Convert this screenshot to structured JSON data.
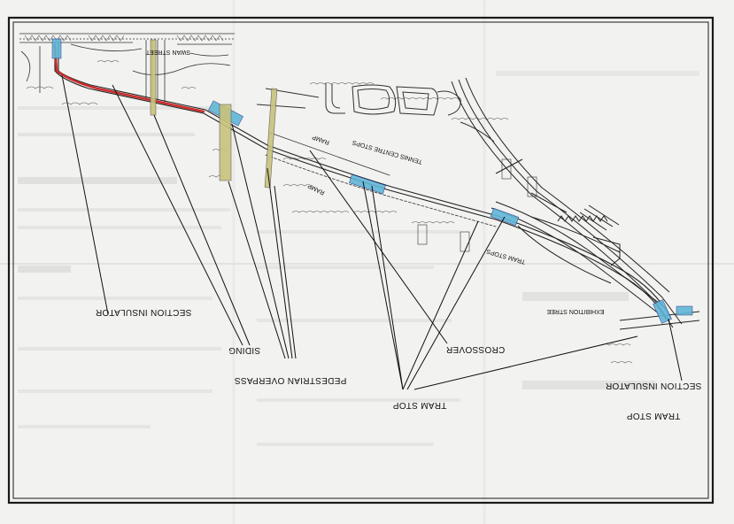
{
  "map": {
    "labels": {
      "swan_street": "SWAN  STREET",
      "tennis_centre_stops": "TENNIS CENTRE STOPS",
      "ramp_upper": "RAMP",
      "ramp_lower": "RAMP",
      "tram_stops_right": "TRAM STOPS",
      "exhibition_street": "EXHIBITION STREE",
      "section_insulator_left": "SECTION INSULATOR",
      "siding": "SIDING",
      "pedestrian_overpass": "PEDESTRIAN OVERPASS",
      "crossover": "CROSSOVER",
      "tram_stop_bottom": "TRAM STOP",
      "section_insulator_right": "SECTION INSULATOR",
      "tram_stop_right": "TRAM STOP"
    },
    "colors": {
      "paper": "#f2f2f0",
      "frame": "#1a1a1a",
      "line_ink": "#222222",
      "red_section": "#cc2b2b",
      "blue_stop": "#5fb6d6",
      "yellow_overpass": "#c8c27a"
    }
  }
}
